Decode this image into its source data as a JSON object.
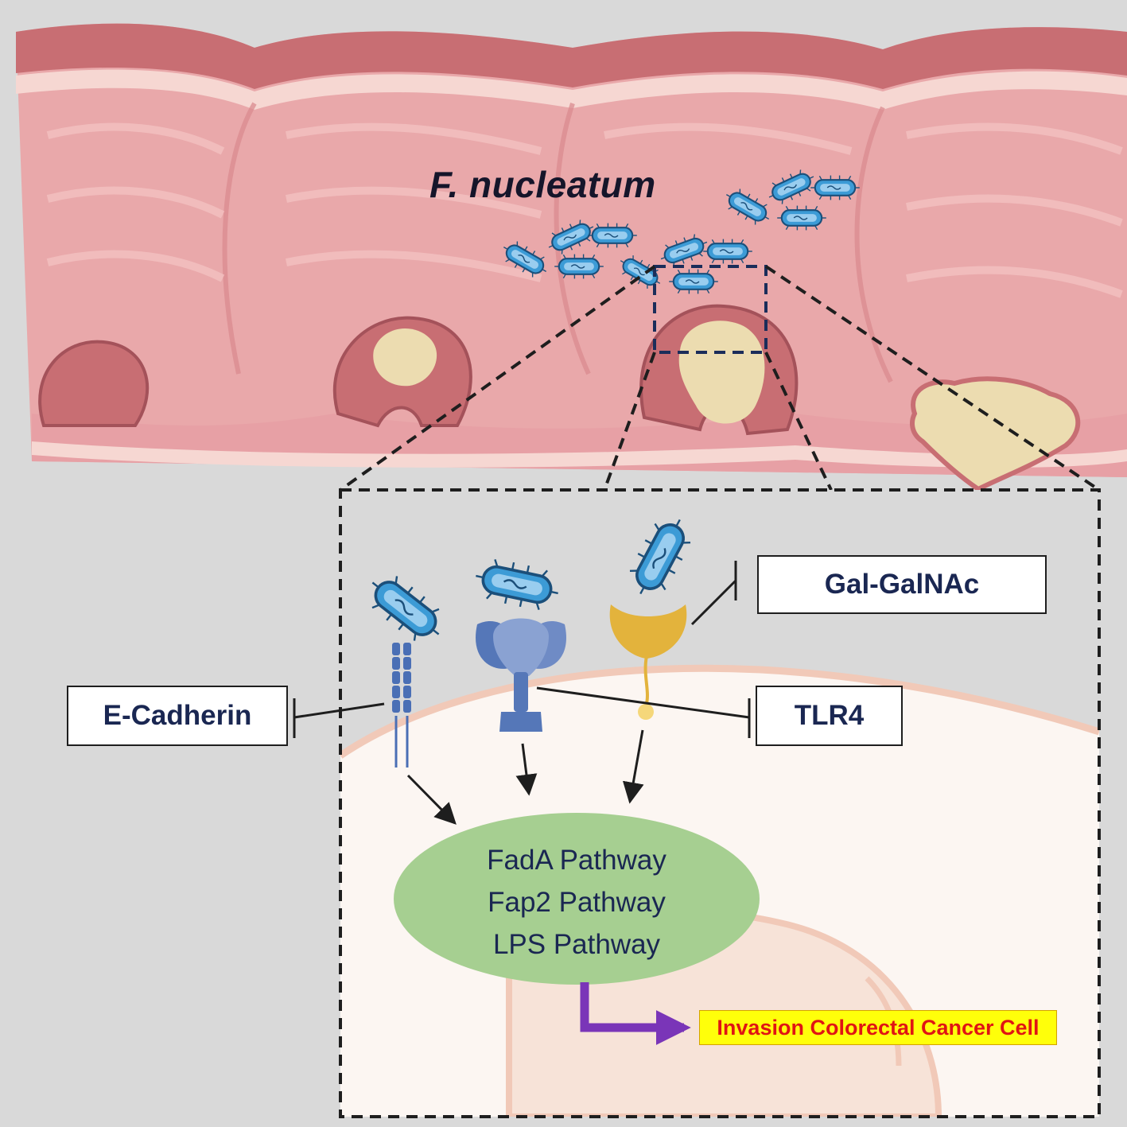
{
  "species_label": "F. nucleatum",
  "receptors": {
    "ecadherin": "E-Cadherin",
    "tlr4": "TLR4",
    "galgalnac": "Gal-GalNAc"
  },
  "pathways": [
    "FadA Pathway",
    "Fap2 Pathway",
    "LPS Pathway"
  ],
  "outcome": "Invasion Colorectal Cancer Cell",
  "colors": {
    "background": "#d9d9d9",
    "tissue": "#e9a8aa",
    "tissue_dark": "#c86e73",
    "tumor": "#ecdcb0",
    "bacteria": "#3c9bd6",
    "pathway_ellipse": "#a6cf91",
    "outcome_arrow": "#7a35b8",
    "outcome_highlight": "#ffff0a",
    "outcome_text": "#e01414"
  },
  "icons": [
    "bacterium-icon",
    "ecadherin-receptor-icon",
    "tlr4-receptor-icon",
    "galgalnac-receptor-icon",
    "inhibition-bar-icon",
    "activation-arrow-icon"
  ]
}
